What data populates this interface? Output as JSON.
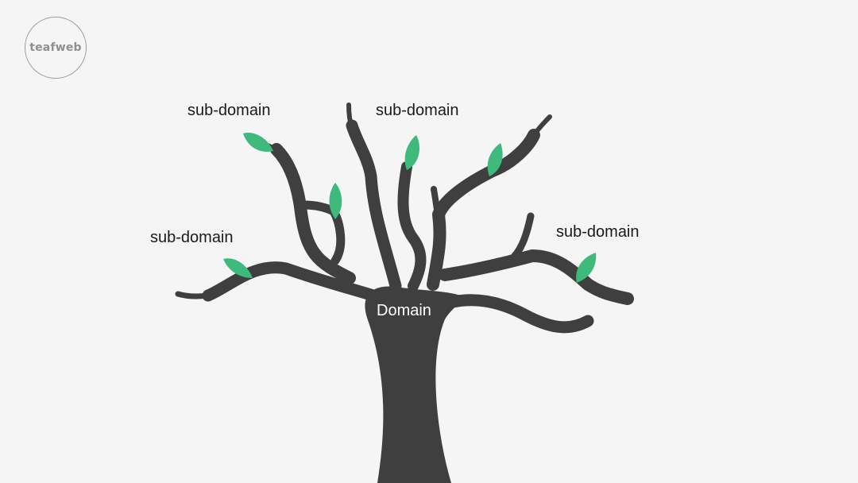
{
  "logo": {
    "text": "teafweb"
  },
  "tree": {
    "root_label": "Domain",
    "branch_labels": [
      "sub-domain",
      "sub-domain",
      "sub-domain",
      "sub-domain"
    ]
  },
  "colors": {
    "background": "#f5f5f5",
    "trunk": "#3f3f3f",
    "leaf": "#3dba7c"
  }
}
